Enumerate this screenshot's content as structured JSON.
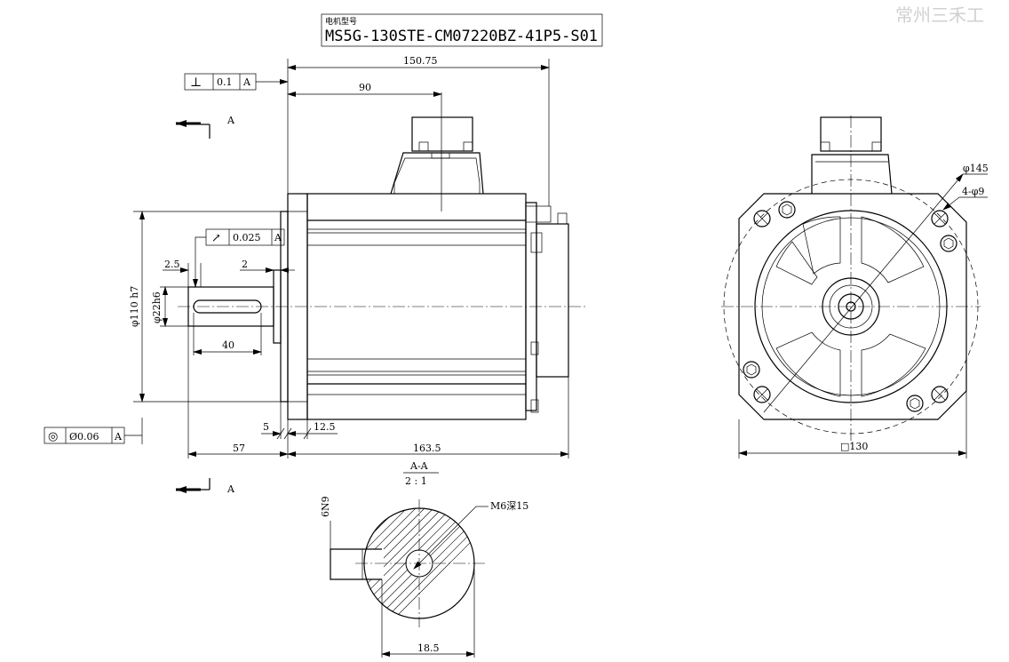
{
  "watermark": "常州三禾工",
  "title_block": {
    "label": "电机型号",
    "model": "MS5G-130STE-CM07220BZ-41P5-S01"
  },
  "side_view": {
    "dims": {
      "overall_top": "150.75",
      "body_90": "90",
      "gap_2_5": "2.5",
      "gap_2": "2",
      "shaft_len_40": "40",
      "shaft_57": "57",
      "total_163_5": "163.5",
      "flange_5": "5",
      "flange_12_5": "12.5",
      "pilot_dia": "φ110 h7",
      "shaft_dia": "φ22h6"
    },
    "gdt_perpendicularity": {
      "symbol": "⊥",
      "value": "0.1",
      "datum": "A"
    },
    "gdt_runout": {
      "symbol": "↗",
      "value": "0.025",
      "datum": "A"
    },
    "gdt_concentricity": {
      "symbol": "◎",
      "value": "Ø0.06",
      "datum": "A"
    },
    "section_mark_top": "A",
    "section_mark_bottom": "A"
  },
  "front_view": {
    "dims": {
      "bolt_circle": "φ145",
      "holes": "4-φ9",
      "square": "□130"
    }
  },
  "section_view": {
    "title": "A-A",
    "scale": "2 : 1",
    "key_width": "6N9",
    "thread": "M6深15",
    "key_depth": "18.5"
  }
}
